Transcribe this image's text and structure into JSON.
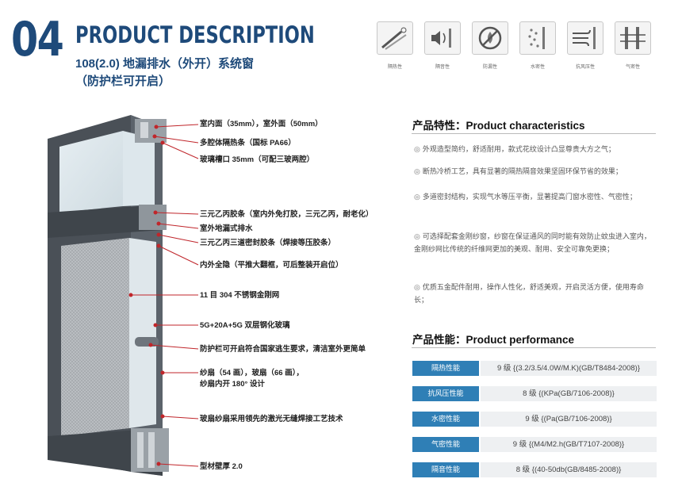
{
  "header": {
    "section_number": "04",
    "title": "PRODUCT DESCRIPTION",
    "subtitle_line1": "108(2.0) 地漏排水（外开）系统窗",
    "subtitle_line2": "（防护栏可开启）"
  },
  "feature_icons": [
    {
      "icon": "heat-insulation-icon",
      "label": "隔热性"
    },
    {
      "icon": "sound-insulation-icon",
      "label": "隔音性"
    },
    {
      "icon": "anti-leak-icon",
      "label": "防漏性"
    },
    {
      "icon": "water-tightness-icon",
      "label": "水密性"
    },
    {
      "icon": "wind-pressure-icon",
      "label": "抗风压性"
    },
    {
      "icon": "air-tightness-icon",
      "label": "气密性"
    }
  ],
  "callouts": [
    "室内面（35mm），室外面（50mm）",
    "多腔体隔热条（国标 PA66）",
    "玻璃槽口 35mm（可配三玻两腔）",
    "三元乙丙胶条（室内外免打胶，三元乙丙，耐老化）",
    "室外地漏式排水",
    "三元乙丙三道密封胶条（焊接等压胶条）",
    "内外全隐（平推大翻框，可后整装开启位）",
    "11 目 304 不锈钢金刚网",
    "5G+20A+5G 双层钢化玻璃",
    "防护栏可开启符合国家逃生要求，清洁室外更简单",
    "纱扇（54 画），玻扇（66 画），",
    "纱扇内开 180° 设计",
    "玻扇纱扇采用领先的激光无缝焊接工艺技术",
    "型材壁厚 2.0"
  ],
  "characteristics": {
    "title": "产品特性：Product characteristics",
    "items": [
      "外观造型简约，舒适耐用，款式花纹设计凸显尊贵大方之气；",
      "断热冷桥工艺，具有显著的隔热隔音效果坚固环保节省的效果；",
      "多道密封结构，实现气水等压平衡，显著提高门窗水密性、气密性；",
      "可选择配套金刚纱窗，纱窗在保证通风的同时能有效防止蚊虫进入室内，金刚纱网比传统的纤维网更加的美观、耐用、安全可靠免更换；",
      "优质五金配件耐用，操作人性化，舒适美观，开启灵活方便，使用寿命长；"
    ]
  },
  "performance": {
    "title": "产品性能：Product performance",
    "rows": [
      {
        "label": "隔热性能",
        "value": "9 级 {(3.2/3.5/4.0W/M.K)(GB/T8484-2008)}"
      },
      {
        "label": "抗风压性能",
        "value": "8 级 {(KPa(GB/7106-2008)}"
      },
      {
        "label": "水密性能",
        "value": "9 级 {(Pa(GB/7106-2008)}"
      },
      {
        "label": "气密性能",
        "value": "9 级 {(M4/M2.h(GB/T7107-2008)}"
      },
      {
        "label": "隔音性能",
        "value": "8 级 {(40-50db(GB/8485-2008)}"
      }
    ]
  },
  "colors": {
    "brand_blue": "#1e4a7a",
    "label_blue": "#2f7fb6",
    "frame_gray": "#4a5057",
    "marker_red": "#c0262b"
  }
}
